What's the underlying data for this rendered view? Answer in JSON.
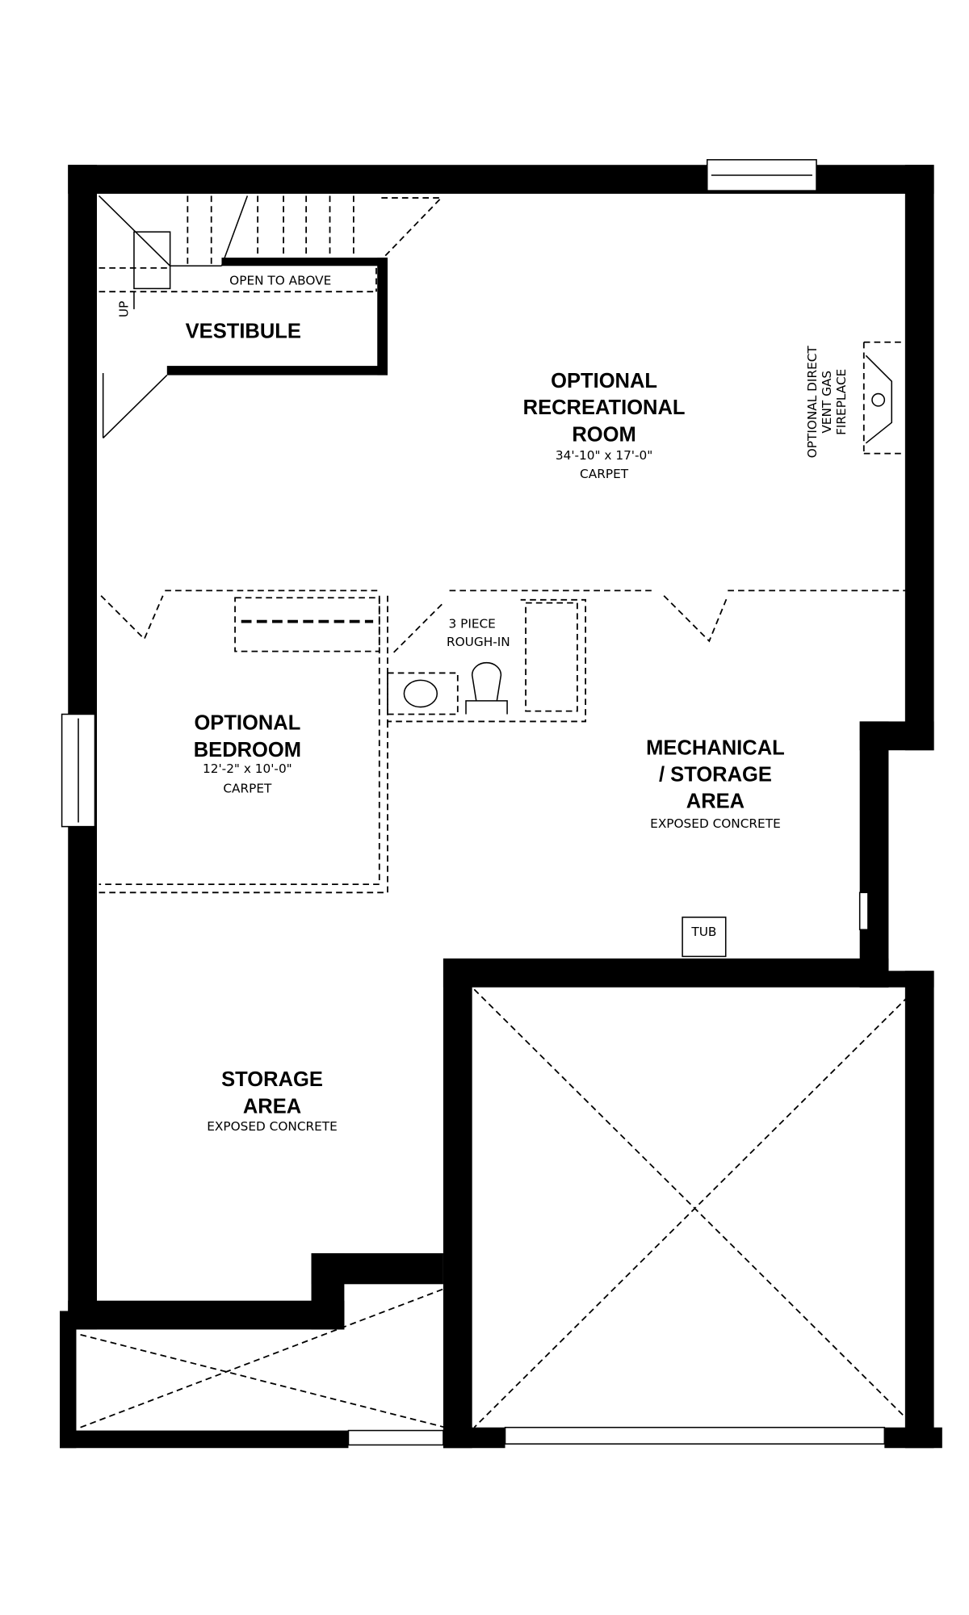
{
  "rooms": {
    "vestibule": {
      "name": "VESTIBULE"
    },
    "open_to_above": "OPEN TO ABOVE",
    "stairs_up": "UP",
    "rec_room": {
      "name": [
        "OPTIONAL",
        "RECREATIONAL",
        "ROOM"
      ],
      "size": "34'-10\" x 17'-0\"",
      "floor": "CARPET"
    },
    "fireplace": {
      "label": [
        "OPTIONAL DIRECT",
        "VENT GAS",
        "FIREPLACE"
      ]
    },
    "rough_in": [
      "3 PIECE",
      "ROUGH-IN"
    ],
    "bedroom": {
      "name": [
        "OPTIONAL",
        "BEDROOM"
      ],
      "size": "12'-2\" x 10'-0\"",
      "floor": "CARPET"
    },
    "mechanical": {
      "name": [
        "MECHANICAL",
        "/ STORAGE",
        "AREA"
      ],
      "floor": "EXPOSED CONCRETE"
    },
    "tub": "TUB",
    "storage": {
      "name": [
        "STORAGE",
        "AREA"
      ],
      "floor": "EXPOSED CONCRETE"
    }
  }
}
